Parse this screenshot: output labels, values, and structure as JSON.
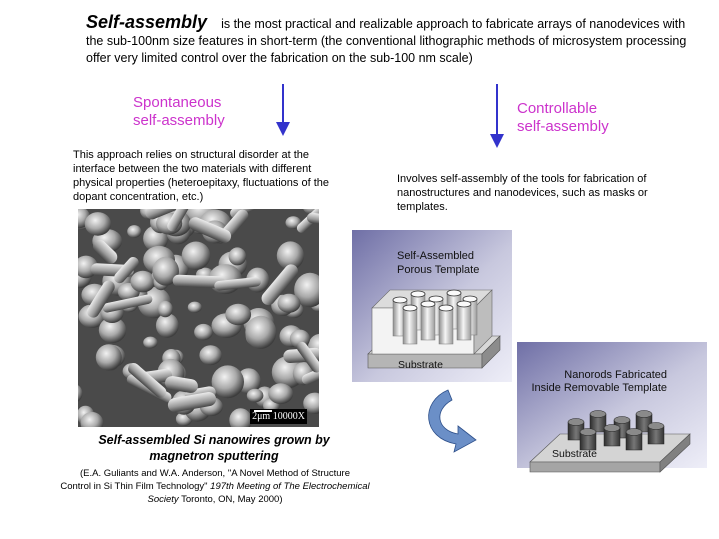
{
  "intro": {
    "keyword": "Self-assembly",
    "text": "is the most practical and realizable approach to fabricate arrays of nanodevices with the sub-100nm size features in short-term (the conventional lithographic methods of microsystem processing offer very limited control over the fabrication on the sub-100 nm scale)"
  },
  "left": {
    "heading_line1": "Spontaneous",
    "heading_line2": "self-assembly",
    "description": "This approach relies on structural disorder at the interface between the two materials with different physical properties (heteroepitaxy, fluctuations of the dopant concentration, etc.)",
    "sem_scale_label": "2μm 10000X",
    "caption_line1": "Self-assembled Si nanowires grown by",
    "caption_line2": "magnetron sputtering",
    "citation_line1": "(E.A. Guliants and W.A. Anderson, \"A Novel Method of Structure",
    "citation_line2": "Control in Si Thin Film Technology\"",
    "citation_ital": "197th Meeting of The Electrochemical Society",
    "citation_end": "Toronto, ON, May 2000)"
  },
  "right": {
    "heading_line1": "Controllable",
    "heading_line2": "self-assembly",
    "description": "Involves self-assembly of the tools for fabrication of nanostructures and nanodevices, such as masks or templates.",
    "panel1_title_line1": "Self-Assembled",
    "panel1_title_line2": "Porous Template",
    "panel1_substrate": "Substrate",
    "panel2_title_line1": "Nanorods Fabricated",
    "panel2_title_line2": "Inside Removable Template",
    "panel2_substrate": "Substrate"
  },
  "colors": {
    "heading": "#cc33cc",
    "arrow": "#3333cc",
    "panel_bg": "#8f8fbf",
    "curved_arrow": "#6b8fc7"
  }
}
